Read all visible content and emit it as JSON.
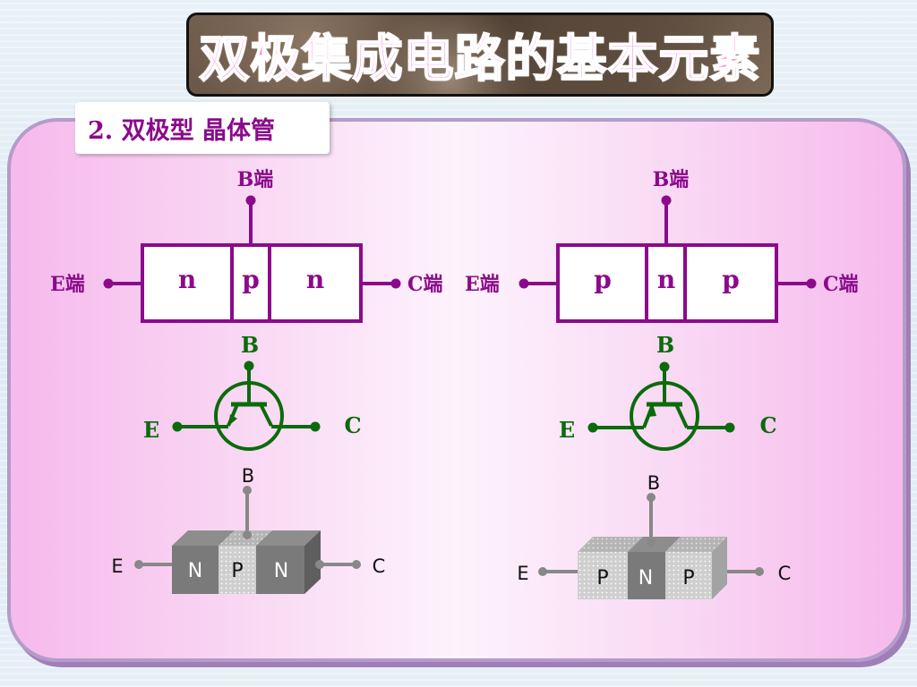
{
  "title": "双极集成电路的基本元素",
  "subtitle": "2. 双极型 晶体管",
  "npn": {
    "base_label": "B端",
    "emitter_label": "E端",
    "collector_label": "C端",
    "regions": [
      "n",
      "p",
      "n"
    ],
    "symbol": {
      "b": "B",
      "e": "E",
      "c": "C"
    },
    "block": {
      "b": "B",
      "e": "E",
      "c": "C",
      "regions": [
        "N",
        "P",
        "N"
      ]
    }
  },
  "pnp": {
    "base_label": "B端",
    "emitter_label": "E端",
    "collector_label": "C端",
    "regions": [
      "p",
      "n",
      "p"
    ],
    "symbol": {
      "b": "B",
      "e": "E",
      "c": "C"
    },
    "block": {
      "b": "B",
      "e": "E",
      "c": "C",
      "regions": [
        "P",
        "N",
        "P"
      ]
    }
  },
  "colors": {
    "purple": "#8b0a8b",
    "green": "#0b6b0b",
    "block_dark": "#7a7a7a",
    "block_light": "#c8c8c8"
  }
}
